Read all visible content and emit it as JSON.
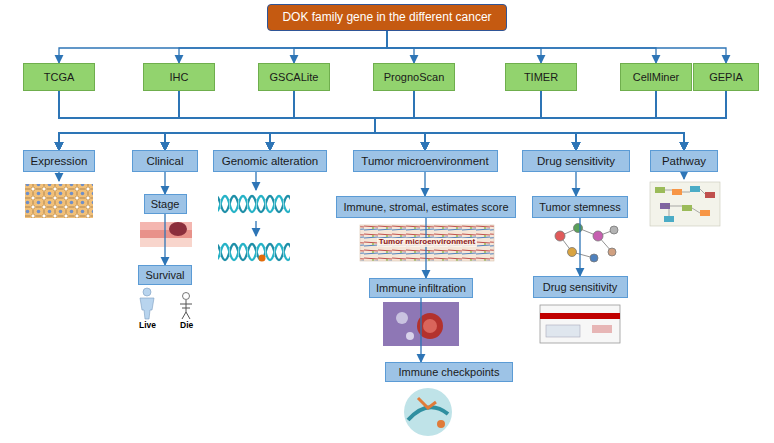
{
  "diagram": {
    "nodes": [
      {
        "text": [
          "DOK family gene in the different cancer"
        ]
      },
      {
        "text": [
          "TCGA"
        ]
      },
      {
        "text": [
          "IHC"
        ]
      },
      {
        "text": [
          "GSCALite"
        ]
      },
      {
        "text": [
          "PrognoScan"
        ]
      },
      {
        "text": [
          "TIMER"
        ]
      },
      {
        "text": [
          "CellMiner"
        ]
      },
      {
        "text": [
          "GEPIA"
        ]
      },
      {
        "text": [
          "Expression"
        ]
      },
      {
        "text": [
          "Clinical"
        ]
      },
      {
        "text": [
          "Genomic alteration"
        ]
      },
      {
        "text": [
          "Tumor microenvironment"
        ]
      },
      {
        "text": [
          "Drug sensitivity"
        ]
      },
      {
        "text": [
          "Pathway"
        ]
      },
      {
        "text": [
          "Stage"
        ]
      },
      {
        "text": [
          "Survival"
        ]
      },
      {
        "text": [
          "Immune, stromal, estimates score"
        ]
      },
      {
        "text": [
          "Immune infiltration"
        ]
      },
      {
        "text": [
          "Immune checkpoints"
        ]
      },
      {
        "text": [
          "Tumor stemness"
        ]
      },
      {
        "text": [
          "Drug sensitivity"
        ]
      }
    ],
    "edges": [
      {
        "from": 0,
        "to": 1,
        "arrow": "to"
      },
      {
        "from": 0,
        "to": 2,
        "arrow": "to"
      },
      {
        "from": 0,
        "to": 3,
        "arrow": "to"
      },
      {
        "from": 0,
        "to": 4,
        "arrow": "to"
      },
      {
        "from": 0,
        "to": 5,
        "arrow": "to"
      },
      {
        "from": 0,
        "to": 6,
        "arrow": "to"
      },
      {
        "from": 0,
        "to": 7,
        "arrow": "to"
      },
      {
        "from": 1,
        "to": 8,
        "arrow": "to"
      },
      {
        "from": 1,
        "to": 9,
        "arrow": "to"
      },
      {
        "from": 1,
        "to": 10,
        "arrow": "to"
      },
      {
        "from": 1,
        "to": 11,
        "arrow": "to"
      },
      {
        "from": 1,
        "to": 12,
        "arrow": "to"
      },
      {
        "from": 1,
        "to": 13,
        "arrow": "to"
      },
      {
        "from": 2,
        "to": 8,
        "arrow": "to"
      },
      {
        "from": 2,
        "to": 9,
        "arrow": "to"
      },
      {
        "from": 2,
        "to": 10,
        "arrow": "to"
      },
      {
        "from": 2,
        "to": 11,
        "arrow": "to"
      },
      {
        "from": 2,
        "to": 12,
        "arrow": "to"
      },
      {
        "from": 2,
        "to": 13,
        "arrow": "to"
      },
      {
        "from": 3,
        "to": 8,
        "arrow": "to"
      },
      {
        "from": 3,
        "to": 9,
        "arrow": "to"
      },
      {
        "from": 3,
        "to": 10,
        "arrow": "to"
      },
      {
        "from": 3,
        "to": 11,
        "arrow": "to"
      },
      {
        "from": 3,
        "to": 12,
        "arrow": "to"
      },
      {
        "from": 3,
        "to": 13,
        "arrow": "to"
      },
      {
        "from": 4,
        "to": 8,
        "arrow": "to"
      },
      {
        "from": 4,
        "to": 9,
        "arrow": "to"
      },
      {
        "from": 4,
        "to": 10,
        "arrow": "to"
      },
      {
        "from": 4,
        "to": 11,
        "arrow": "to"
      },
      {
        "from": 4,
        "to": 12,
        "arrow": "to"
      },
      {
        "from": 4,
        "to": 13,
        "arrow": "to"
      },
      {
        "from": 5,
        "to": 8,
        "arrow": "to"
      },
      {
        "from": 5,
        "to": 9,
        "arrow": "to"
      },
      {
        "from": 5,
        "to": 10,
        "arrow": "to"
      },
      {
        "from": 5,
        "to": 11,
        "arrow": "to"
      },
      {
        "from": 5,
        "to": 12,
        "arrow": "to"
      },
      {
        "from": 5,
        "to": 13,
        "arrow": "to"
      },
      {
        "from": 6,
        "to": 8,
        "arrow": "to"
      },
      {
        "from": 6,
        "to": 9,
        "arrow": "to"
      },
      {
        "from": 6,
        "to": 10,
        "arrow": "to"
      },
      {
        "from": 6,
        "to": 11,
        "arrow": "to"
      },
      {
        "from": 6,
        "to": 12,
        "arrow": "to"
      },
      {
        "from": 6,
        "to": 13,
        "arrow": "to"
      },
      {
        "from": 7,
        "to": 8,
        "arrow": "to"
      },
      {
        "from": 7,
        "to": 9,
        "arrow": "to"
      },
      {
        "from": 7,
        "to": 10,
        "arrow": "to"
      },
      {
        "from": 7,
        "to": 11,
        "arrow": "to"
      },
      {
        "from": 7,
        "to": 12,
        "arrow": "to"
      },
      {
        "from": 7,
        "to": 13,
        "arrow": "to"
      },
      {
        "from": 9,
        "to": 14,
        "arrow": "to"
      },
      {
        "from": 14,
        "to": 15,
        "arrow": "to"
      },
      {
        "from": 11,
        "to": 16,
        "arrow": "to"
      },
      {
        "from": 16,
        "to": 17,
        "arrow": "to"
      },
      {
        "from": 17,
        "to": 18,
        "arrow": "to"
      },
      {
        "from": 12,
        "to": 19,
        "arrow": "to"
      },
      {
        "from": 19,
        "to": 20,
        "arrow": "to"
      }
    ],
    "labels": [
      "Live",
      "Die",
      "Tumor microenvironment"
    ]
  }
}
